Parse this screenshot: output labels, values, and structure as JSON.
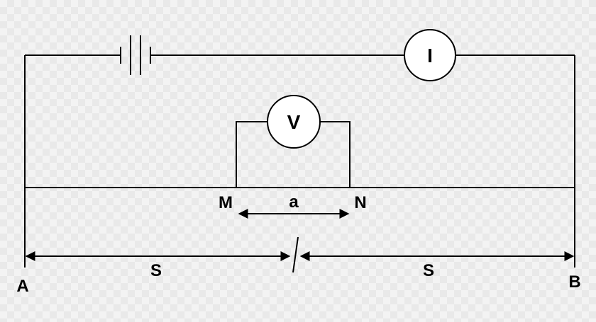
{
  "labels": {
    "ammeter": "I",
    "voltmeter": "V",
    "electrode_m": "M",
    "electrode_n": "N",
    "spacing_mn": "a",
    "electrode_a": "A",
    "electrode_b": "B",
    "spacing_left": "S",
    "spacing_right": "S"
  },
  "colors": {
    "line": "#000000",
    "background": "#f3f3f3"
  }
}
